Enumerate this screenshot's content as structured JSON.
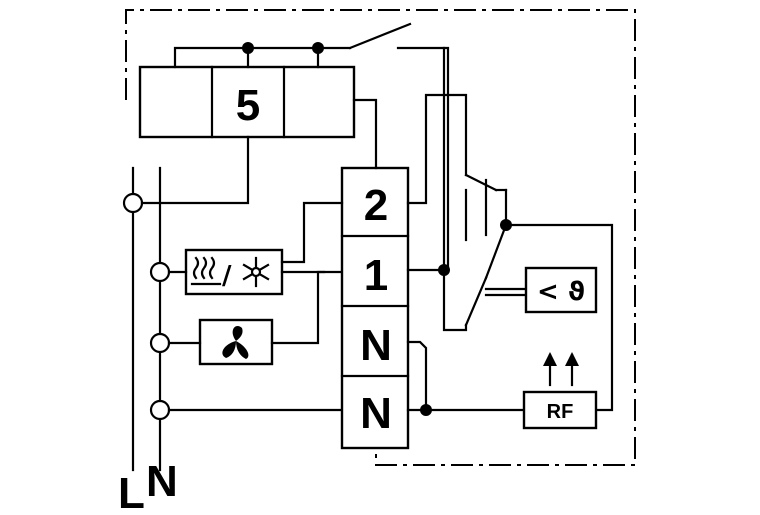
{
  "relay": {
    "center_label": "5"
  },
  "terminals": {
    "t2": "2",
    "t1": "1",
    "tn1": "N",
    "tn2": "N"
  },
  "rf_module": {
    "label": "RF"
  },
  "sensor": {
    "label": "< ϑ"
  },
  "mode_symbol": {
    "slash": "/"
  },
  "mains": {
    "line_label": "L",
    "neutral_label": "N"
  }
}
